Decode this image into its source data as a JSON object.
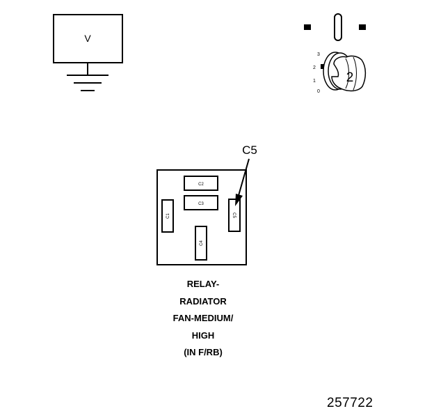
{
  "voltmeter": {
    "label": "V"
  },
  "ignition_key": {
    "positions": [
      "3",
      "2",
      "1",
      "0"
    ],
    "key_position": "2"
  },
  "relay": {
    "callout": "C5",
    "connectors": [
      "C1",
      "C2",
      "C3",
      "C4",
      "C5"
    ],
    "caption_lines": [
      "RELAY-",
      "RADIATOR",
      "FAN-MEDIUM/",
      "HIGH",
      "(IN F/RB)"
    ]
  },
  "figure_number": "257722"
}
